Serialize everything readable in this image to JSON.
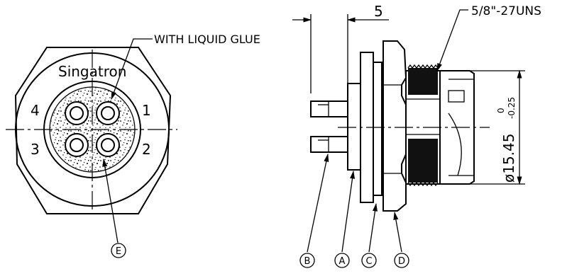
{
  "drawing": {
    "front_view": {
      "brand": "Singatron",
      "glue_note": "WITH LIQUID GLUE",
      "pins": [
        "1",
        "2",
        "3",
        "4"
      ],
      "callout_e": "E"
    },
    "side_view": {
      "dimension_top": "5",
      "thread_spec": "5/8\"-27UNS",
      "diameter_value": "ø15.45",
      "tolerance_upper": "0",
      "tolerance_lower": "-0.25",
      "callouts": [
        "B",
        "A",
        "C",
        "D"
      ]
    }
  }
}
